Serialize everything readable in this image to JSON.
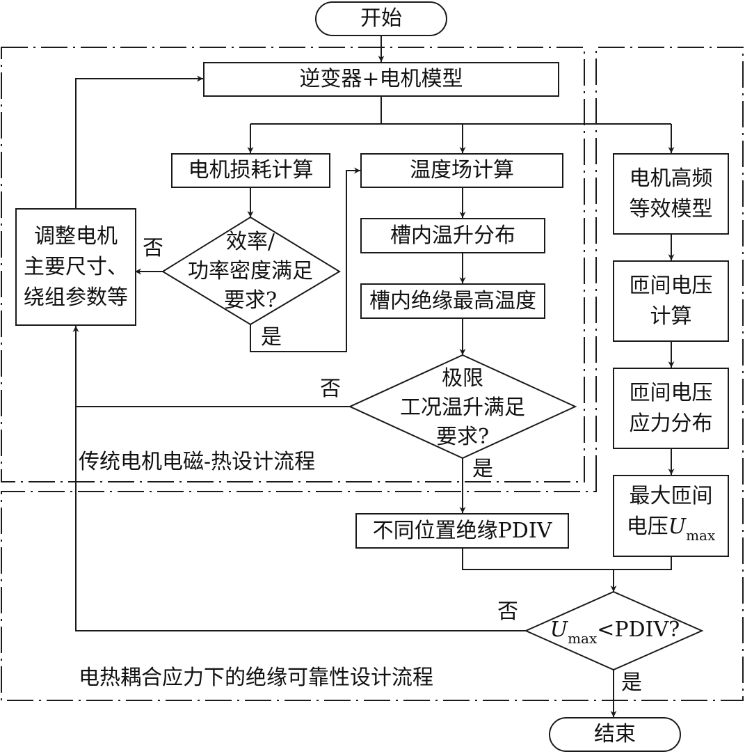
{
  "title": "电热耦合应力下的电机绝缘可靠性设计流程图",
  "regions": {
    "traditional": "传统电机电磁-热设计流程",
    "reliability": "电热耦合应力下的绝缘可靠性设计流程"
  },
  "nodes": {
    "start": "开始",
    "end": "结束",
    "inverter_motor_model": "逆变器+电机模型",
    "loss_calc": "电机损耗计算",
    "temp_field_calc": "温度场计算",
    "slot_temp_rise": "槽内温升分布",
    "slot_insulation_max_temp": "槽内绝缘最高温度",
    "adjust_motor": [
      "调整电机",
      "主要尺寸、",
      "绕组参数等"
    ],
    "efficiency_check": [
      "效率/",
      "功率密度满足",
      "要求?"
    ],
    "limit_temp_check": [
      "极限",
      "工况温升满足",
      "要求?"
    ],
    "pdiv_positions": "不同位置绝缘PDIV",
    "hf_equiv_model": [
      "电机高频",
      "等效模型"
    ],
    "turn_voltage_calc": [
      "匝间电压",
      "计算"
    ],
    "turn_voltage_stress": [
      "匝间电压",
      "应力分布"
    ],
    "max_turn_voltage": {
      "line1": "最大匝间",
      "line2_prefix": "电压",
      "var": "U",
      "sub": "max"
    },
    "umax_check": {
      "var": "U",
      "sub": "max",
      "rest": "<PDIV?"
    }
  },
  "edge_labels": {
    "yes": "是",
    "no": "否"
  },
  "colors": {
    "line": "#1a1a1a",
    "background": "#ffffff"
  }
}
